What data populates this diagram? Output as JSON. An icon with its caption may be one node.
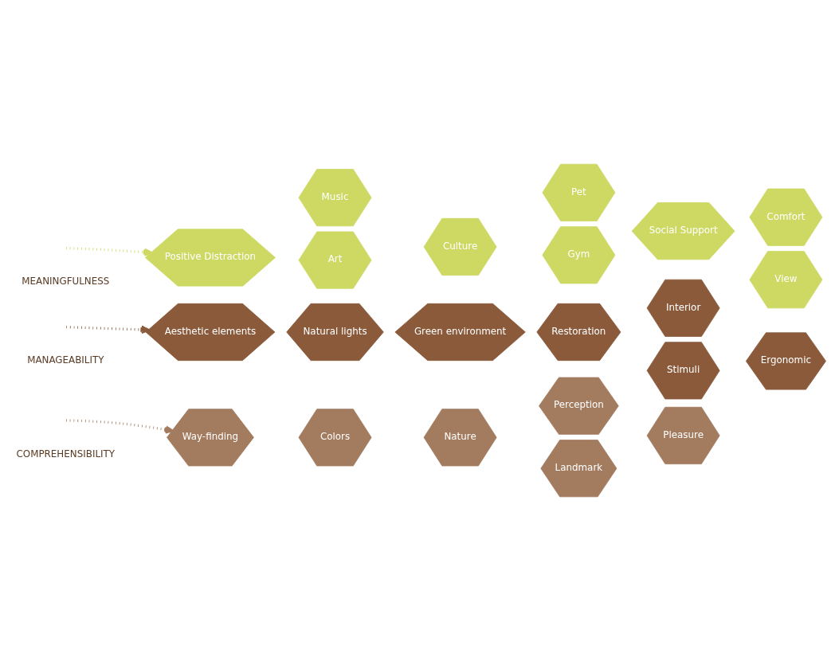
{
  "diagram": {
    "nodes": [
      {
        "text": [
          "Way-finding"
        ]
      },
      {
        "text": [
          "Colors"
        ]
      },
      {
        "text": [
          "Nature"
        ]
      },
      {
        "text": [
          "Perception"
        ]
      },
      {
        "text": [
          "Landmark"
        ]
      },
      {
        "text": [
          "Pleasure"
        ]
      },
      {
        "text": [
          "Aesthetic elements"
        ]
      },
      {
        "text": [
          "Natural lights"
        ]
      },
      {
        "text": [
          "Green environment"
        ]
      },
      {
        "text": [
          "Restoration"
        ]
      },
      {
        "text": [
          "Interior"
        ]
      },
      {
        "text": [
          "Stimuli"
        ]
      },
      {
        "text": [
          "Ergonomic"
        ]
      },
      {
        "text": [
          "Positive Distraction"
        ]
      },
      {
        "text": [
          "Music"
        ]
      },
      {
        "text": [
          "Art"
        ]
      },
      {
        "text": [
          "Culture"
        ]
      },
      {
        "text": [
          "Pet"
        ]
      },
      {
        "text": [
          "Gym"
        ]
      },
      {
        "text": [
          "Social Support"
        ]
      },
      {
        "text": [
          "Comfort"
        ]
      },
      {
        "text": [
          "View"
        ]
      }
    ],
    "edges": [
      {
        "from": null,
        "to": 0,
        "arrow": "to",
        "style": "dashed",
        "color": "#a37b5f"
      },
      {
        "from": null,
        "to": 6,
        "arrow": "to",
        "style": "dashed",
        "color": "#8a5a3b"
      },
      {
        "from": null,
        "to": 13,
        "arrow": "to",
        "style": "dashed",
        "color": "#cdd963"
      }
    ],
    "labels": [
      "COMPREHENSIBILITY",
      "MANAGEABILITY",
      "MEANINGFULNESS"
    ]
  }
}
